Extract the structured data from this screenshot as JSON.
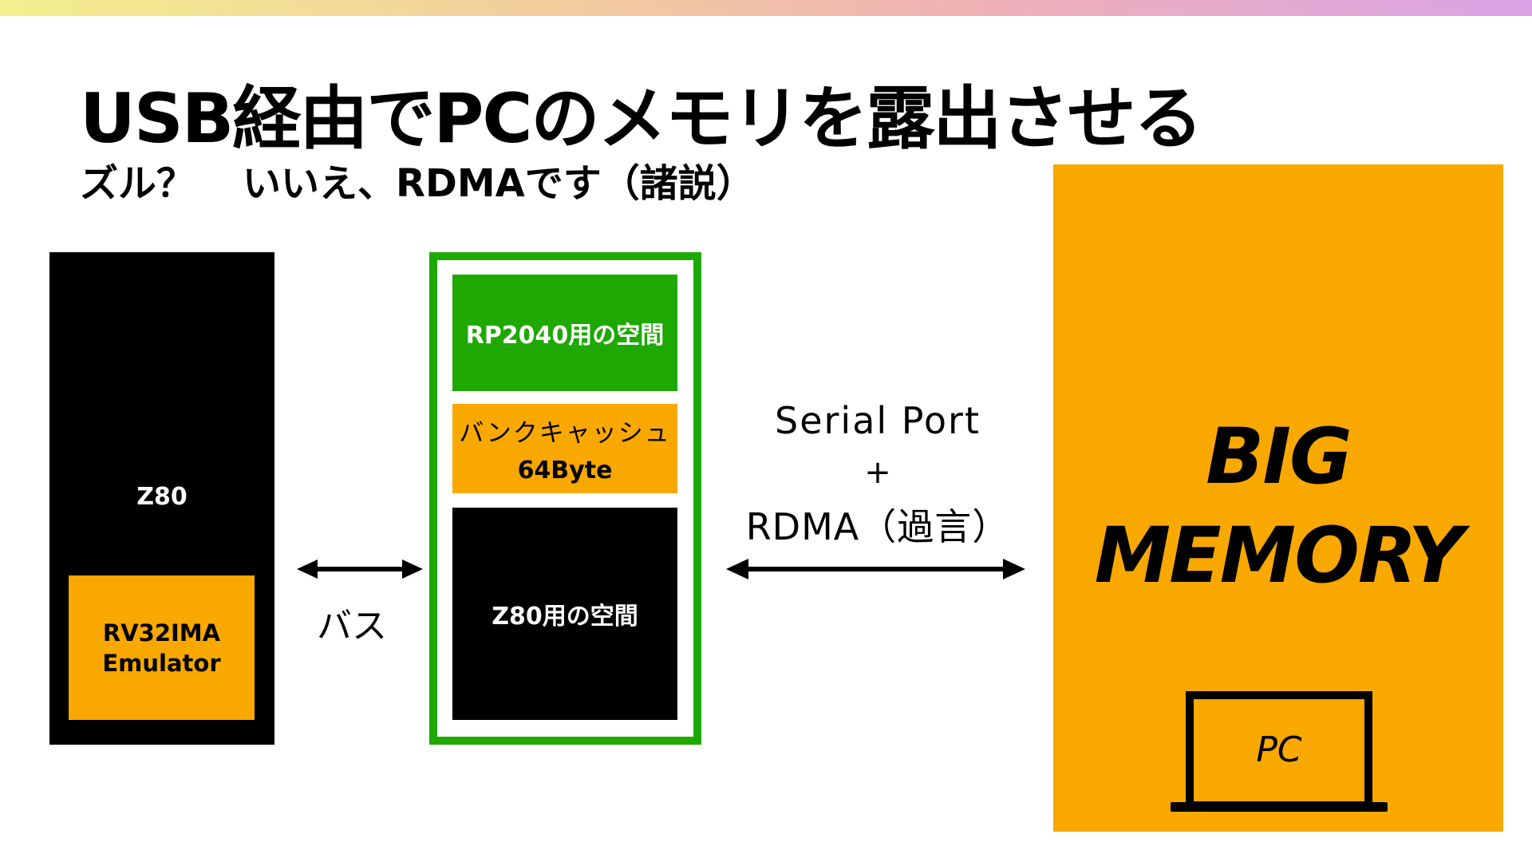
{
  "slide": {
    "title": "USB経由でPCのメモリを露出させる",
    "subtitle_a": "ズル？",
    "subtitle_b": "いいえ、RDMAです（諸説）"
  },
  "left_block": {
    "cpu_label": "Z80",
    "emulator_line1": "RV32IMA",
    "emulator_line2": "Emulator"
  },
  "bus": {
    "label": "バス"
  },
  "memory_block": {
    "rp2040_space": "RP2040用の空間",
    "bank_cache_line1": "バンクキャッシュ",
    "bank_cache_line2": "64Byte",
    "z80_space": "Z80用の空間"
  },
  "link": {
    "line1": "Serial Port",
    "line2": "+",
    "line3": "RDMA（過言）"
  },
  "big_memory": {
    "line1": "BIG",
    "line2": "MEMORY",
    "pc_label": "PC"
  },
  "colors": {
    "orange": "#f9a800",
    "green": "#1ea800",
    "black": "#000000"
  }
}
